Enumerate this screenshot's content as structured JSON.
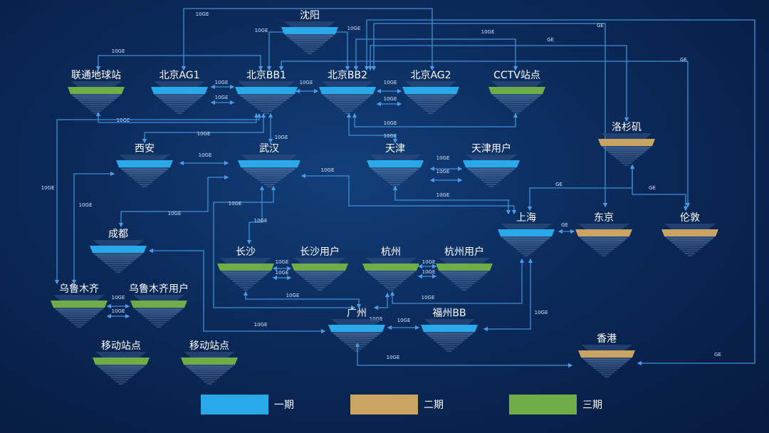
{
  "colors": {
    "phase1": "#29a9ea",
    "phase2": "#c9a463",
    "phase3": "#6fae46",
    "link": "#3f8fd8"
  },
  "legend": [
    {
      "label": "一期",
      "phase": "phase1"
    },
    {
      "label": "二期",
      "phase": "phase2"
    },
    {
      "label": "三期",
      "phase": "phase3"
    }
  ],
  "nodes": [
    {
      "id": "shenyang",
      "label": "沈阳",
      "phase": "phase1"
    },
    {
      "id": "unicom",
      "label": "联通地球站",
      "phase": "phase3"
    },
    {
      "id": "bjag1",
      "label": "北京AG1",
      "phase": "phase1"
    },
    {
      "id": "bjbb1",
      "label": "北京BB1",
      "phase": "phase1"
    },
    {
      "id": "bjbb2",
      "label": "北京BB2",
      "phase": "phase1"
    },
    {
      "id": "bjag2",
      "label": "北京AG2",
      "phase": "phase1"
    },
    {
      "id": "cctv",
      "label": "CCTV站点",
      "phase": "phase3"
    },
    {
      "id": "la",
      "label": "洛杉矶",
      "phase": "phase2"
    },
    {
      "id": "xian",
      "label": "西安",
      "phase": "phase1"
    },
    {
      "id": "wuhan",
      "label": "武汉",
      "phase": "phase1"
    },
    {
      "id": "tianjin",
      "label": "天津",
      "phase": "phase1"
    },
    {
      "id": "tjuser",
      "label": "天津用户",
      "phase": "phase1"
    },
    {
      "id": "shanghai",
      "label": "上海",
      "phase": "phase1"
    },
    {
      "id": "tokyo",
      "label": "东京",
      "phase": "phase2"
    },
    {
      "id": "london",
      "label": "伦敦",
      "phase": "phase2"
    },
    {
      "id": "chengdu",
      "label": "成都",
      "phase": "phase1"
    },
    {
      "id": "changsha",
      "label": "长沙",
      "phase": "phase3"
    },
    {
      "id": "csuser",
      "label": "长沙用户",
      "phase": "phase3"
    },
    {
      "id": "hangzhou",
      "label": "杭州",
      "phase": "phase3"
    },
    {
      "id": "hzuser",
      "label": "杭州用户",
      "phase": "phase3"
    },
    {
      "id": "urumqi",
      "label": "乌鲁木齐",
      "phase": "phase3"
    },
    {
      "id": "urumuser",
      "label": "乌鲁木齐用户",
      "phase": "phase3"
    },
    {
      "id": "guangzhou",
      "label": "广州",
      "phase": "phase1"
    },
    {
      "id": "fuzhou",
      "label": "福州BB",
      "phase": "phase1"
    },
    {
      "id": "mobile1",
      "label": "移动站点",
      "phase": "phase3"
    },
    {
      "id": "mobile2",
      "label": "移动站点",
      "phase": "phase3"
    },
    {
      "id": "hongkong",
      "label": "香港",
      "phase": "phase2"
    }
  ],
  "links": [
    {
      "from": "shenyang",
      "to": "bjbb1",
      "label": "10GE"
    },
    {
      "from": "shenyang",
      "to": "bjbb2",
      "label": "10GE"
    },
    {
      "from": "bjag1",
      "to": "bjag2",
      "label": "10GE"
    },
    {
      "from": "bjbb1",
      "to": "unicom",
      "label": "10GE"
    },
    {
      "from": "bjbb2",
      "to": "cctv",
      "label": "10GE"
    },
    {
      "from": "bjbb2",
      "to": "tokyo",
      "label": "GE"
    },
    {
      "from": "bjbb1",
      "to": "la",
      "label": "GE"
    },
    {
      "from": "bjbb2",
      "to": "hongkong",
      "label": "GE"
    },
    {
      "from": "bjbb1",
      "to": "london",
      "label": "GE"
    },
    {
      "from": "bjag1",
      "to": "bjbb1",
      "label": "10GE"
    },
    {
      "from": "bjag1",
      "to": "bjbb1",
      "label": "10GE"
    },
    {
      "from": "bjbb1",
      "to": "bjbb2",
      "label": "10GE"
    },
    {
      "from": "bjbb2",
      "to": "bjag2",
      "label": "10GE"
    },
    {
      "from": "bjbb2",
      "to": "bjag2",
      "label": "10GE"
    },
    {
      "from": "unicom",
      "to": "bjbb1",
      "label": "10GE"
    },
    {
      "from": "bjbb1",
      "to": "xian",
      "label": "10GE"
    },
    {
      "from": "bjbb1",
      "to": "wuhan",
      "label": "10GE"
    },
    {
      "from": "bjbb2",
      "to": "tianjin",
      "label": "10GE"
    },
    {
      "from": "bjbb2",
      "to": "cctv",
      "label": "10GE"
    },
    {
      "from": "xian",
      "to": "wuhan",
      "label": "10GE"
    },
    {
      "from": "wuhan",
      "to": "chengdu",
      "label": "10GE"
    },
    {
      "from": "bjbb1",
      "to": "urumqi",
      "label": "10GE"
    },
    {
      "from": "xian",
      "to": "urumqi",
      "label": "10GE"
    },
    {
      "from": "tianjin",
      "to": "tjuser",
      "label": "10GE"
    },
    {
      "from": "tianjin",
      "to": "tjuser",
      "label": "10GE"
    },
    {
      "from": "tianjin",
      "to": "shanghai",
      "label": "10GE"
    },
    {
      "from": "wuhan",
      "to": "shanghai",
      "label": "10GE"
    },
    {
      "from": "la",
      "to": "shanghai",
      "label": "GE"
    },
    {
      "from": "la",
      "to": "london",
      "label": "GE"
    },
    {
      "from": "shanghai",
      "to": "tokyo",
      "label": "GE"
    },
    {
      "from": "wuhan",
      "to": "changsha",
      "label": "10GE"
    },
    {
      "from": "wuhan",
      "to": "guangzhou",
      "label": "10GE"
    },
    {
      "from": "changsha",
      "to": "csuser",
      "label": "10GE"
    },
    {
      "from": "changsha",
      "to": "csuser",
      "label": "10GE"
    },
    {
      "from": "hangzhou",
      "to": "hzuser",
      "label": "10GE"
    },
    {
      "from": "hangzhou",
      "to": "hzuser",
      "label": "10GE"
    },
    {
      "from": "changsha",
      "to": "guangzhou",
      "label": "10GE"
    },
    {
      "from": "hangzhou",
      "to": "shanghai",
      "label": "10GE"
    },
    {
      "from": "guangzhou",
      "to": "hangzhou",
      "label": "10GE"
    },
    {
      "from": "urumqi",
      "to": "urumuser",
      "label": "10GE"
    },
    {
      "from": "urumqi",
      "to": "urumuser",
      "label": "10GE"
    },
    {
      "from": "chengdu",
      "to": "guangzhou",
      "label": "10GE"
    },
    {
      "from": "guangzhou",
      "to": "fuzhou",
      "label": "10GE"
    },
    {
      "from": "fuzhou",
      "to": "shanghai",
      "label": "10GE"
    },
    {
      "from": "guangzhou",
      "to": "hongkong",
      "label": "10GE"
    }
  ]
}
